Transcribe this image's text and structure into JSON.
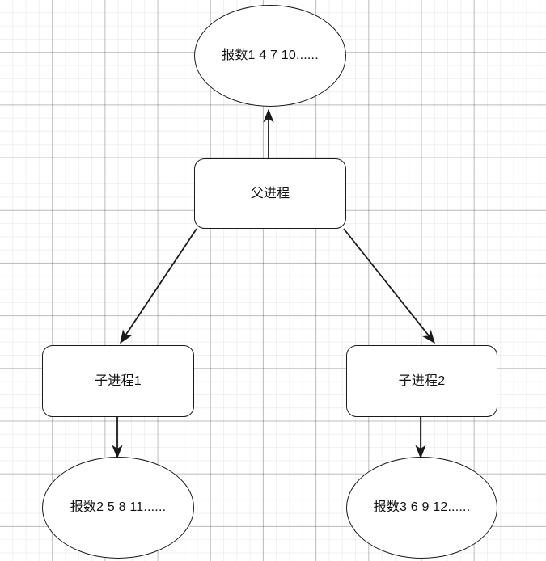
{
  "diagram": {
    "title": "process-fork-count-off-diagram",
    "background": {
      "grid": "square-grid",
      "minor_color": "#f0f0f0",
      "major_color": "#c8c8c8"
    },
    "style": {
      "stroke_color": "#1a1a1a",
      "fill_color": "#ffffff",
      "text_color": "#111111"
    },
    "nodes": [
      {
        "id": "ellipse-top",
        "shape": "ellipse",
        "label": "报数1 4 7 10......"
      },
      {
        "id": "box-parent",
        "shape": "rounded-rectangle",
        "label": "父进程"
      },
      {
        "id": "box-child1",
        "shape": "rounded-rectangle",
        "label": "子进程1"
      },
      {
        "id": "box-child2",
        "shape": "rounded-rectangle",
        "label": "子进程2"
      },
      {
        "id": "ellipse-child1",
        "shape": "ellipse",
        "label": "报数2 5 8 11......"
      },
      {
        "id": "ellipse-child2",
        "shape": "ellipse",
        "label": "报数3 6 9 12......"
      }
    ],
    "edges": [
      {
        "id": "edge-parent-to-top",
        "from": "box-parent",
        "to": "ellipse-top",
        "direction": "up",
        "arrowhead": "filled-triangle"
      },
      {
        "id": "edge-parent-to-child1",
        "from": "box-parent",
        "to": "box-child1",
        "direction": "down-left",
        "arrowhead": "filled-triangle"
      },
      {
        "id": "edge-parent-to-child2",
        "from": "box-parent",
        "to": "box-child2",
        "direction": "down-right",
        "arrowhead": "filled-triangle"
      },
      {
        "id": "edge-child1-to-ellipse",
        "from": "box-child1",
        "to": "ellipse-child1",
        "direction": "down",
        "arrowhead": "filled-triangle"
      },
      {
        "id": "edge-child2-to-ellipse",
        "from": "box-child2",
        "to": "ellipse-child2",
        "direction": "down",
        "arrowhead": "filled-triangle"
      }
    ]
  }
}
